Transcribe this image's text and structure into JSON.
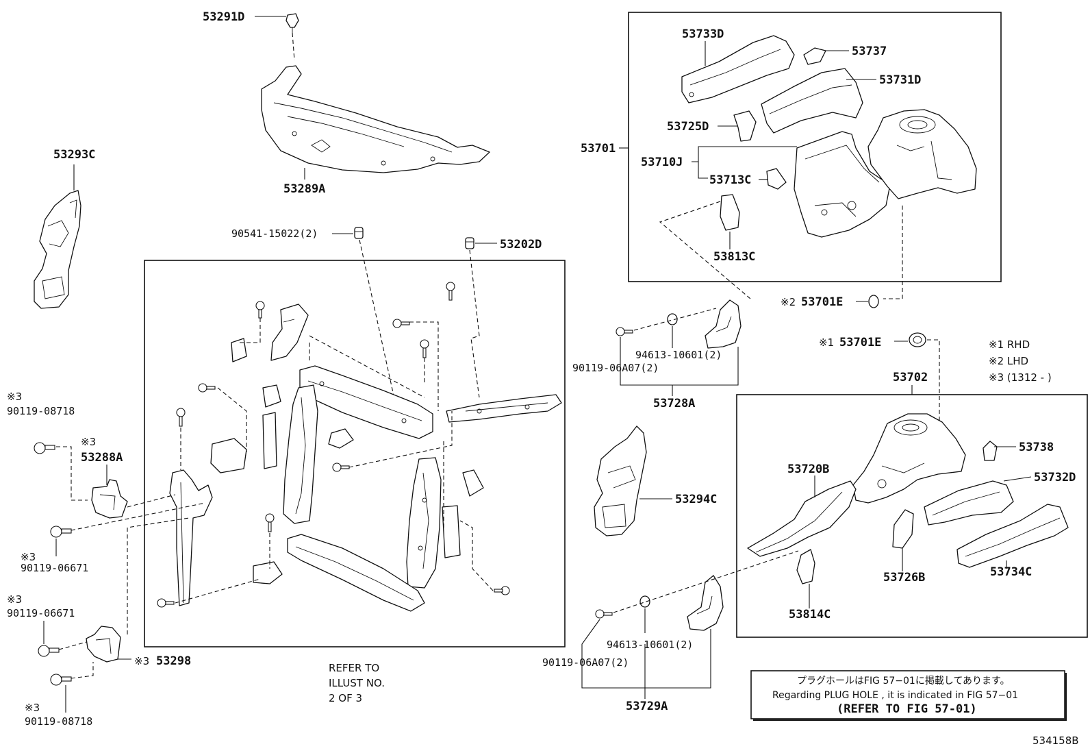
{
  "diagram_id": "534158B",
  "notes": {
    "legend": [
      "※1 RHD",
      "※2 LHD",
      "※3 (1312 -    )"
    ],
    "plug_hole_jp": "プラグホールはFIG 57−01に掲載してあります。",
    "plug_hole_en": "Regarding  PLUG  HOLE , it is indicated in  FIG  57−01",
    "plug_hole_ref": "(REFER TO FIG 57-01)",
    "refer_to": [
      "REFER TO",
      "ILLUST NO.",
      "2 OF 3"
    ]
  },
  "parts": {
    "p53291D": "53291D",
    "p53289A": "53289A",
    "p53293C": "53293C",
    "p90541": "90541-15022(2)",
    "p53202D": "53202D",
    "p53288A": "53288A",
    "p53288A_mark": "※3",
    "p90119_08718_top": "90119-08718",
    "p90119_08718_top_mark": "※3",
    "p90119_06671_a": "90119-06671",
    "p90119_06671_a_mark": "※3",
    "p90119_06671_b": "90119-06671",
    "p90119_06671_b_mark": "※3",
    "p53298": "53298",
    "p53298_mark": "※3",
    "p90119_08718_bot": "90119-08718",
    "p90119_08718_bot_mark": "※3",
    "p53701": "53701",
    "p53733D": "53733D",
    "p53737": "53737",
    "p53731D": "53731D",
    "p53725D": "53725D",
    "p53710J": "53710J",
    "p53713C": "53713C",
    "p53813C": "53813C",
    "p53701E_lhd": "53701E",
    "p53701E_lhd_mark": "※2",
    "p53701E_rhd": "53701E",
    "p53701E_rhd_mark": "※1",
    "p94613_top": "94613-10601(2)",
    "p90119_06A07_top": "90119-06A07(2)",
    "p53728A": "53728A",
    "p53702": "53702",
    "p53738": "53738",
    "p53720B": "53720B",
    "p53732D": "53732D",
    "p53294C": "53294C",
    "p53726B": "53726B",
    "p53734C": "53734C",
    "p53814C": "53814C",
    "p94613_bot": "94613-10601(2)",
    "p90119_06A07_bot": "90119-06A07(2)",
    "p53729A": "53729A"
  }
}
